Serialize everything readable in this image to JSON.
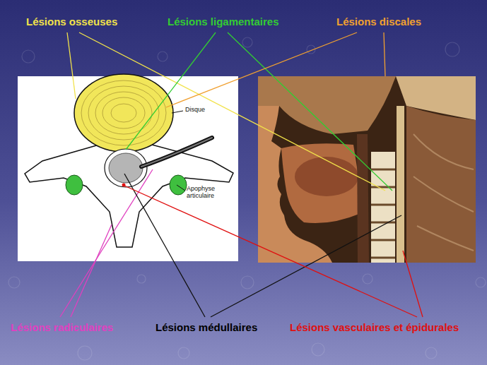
{
  "diagram": {
    "labels": [
      "Lésions osseuses",
      "Lésions ligamentaires",
      "Lésions discales",
      "Disque",
      "Apophyse articulaire",
      "Lésions radiculaires",
      "Lésions médullaires",
      "Lésions vasculaires et épidurales"
    ]
  }
}
